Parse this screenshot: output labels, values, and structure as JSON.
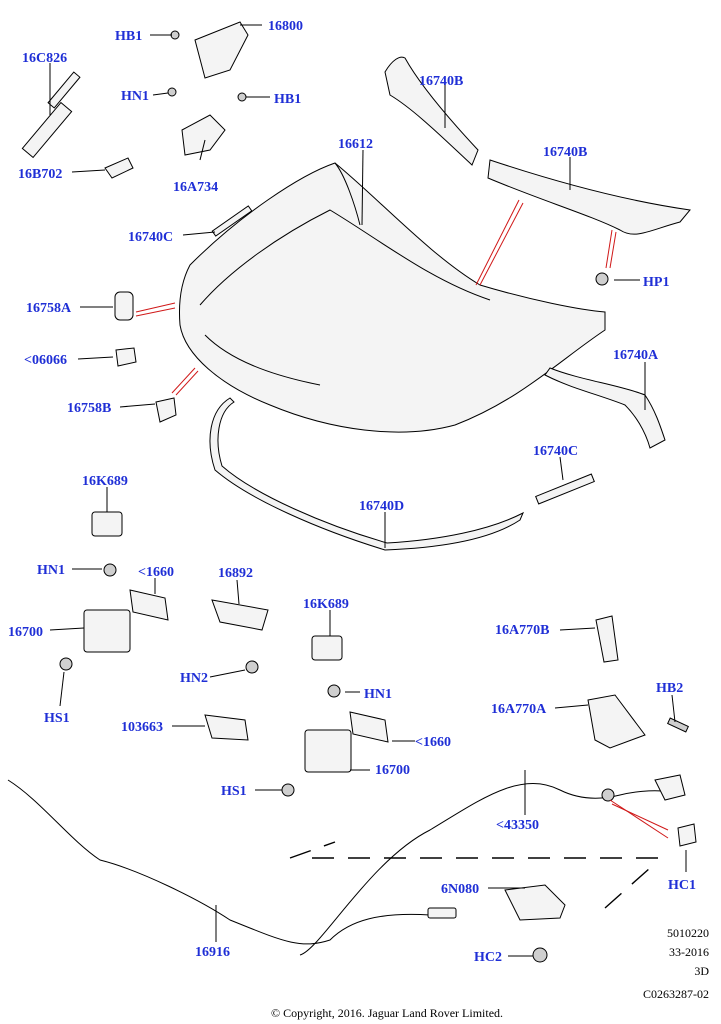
{
  "diagram": {
    "callouts": {
      "c16C826": "16C826",
      "cHB1a": "HB1",
      "c16800": "16800",
      "cHN1a": "HN1",
      "cHB1b": "HB1",
      "c16740Ba": "16740B",
      "c16740Bb": "16740B",
      "c16612": "16612",
      "c16B702": "16B702",
      "c16A734": "16A734",
      "c16740Ca": "16740C",
      "cHP1": "HP1",
      "c16758A": "16758A",
      "c06066": "<06066",
      "c16740A": "16740A",
      "c16758B": "16758B",
      "c16740Cb": "16740C",
      "c16K689a": "16K689",
      "c16740D": "16740D",
      "cHN1b": "HN1",
      "c1660a": "<1660",
      "c16892": "16892",
      "c16700a": "16700",
      "c16K689b": "16K689",
      "c16A770B": "16A770B",
      "cHN2": "HN2",
      "cHN1c": "HN1",
      "cHS1a": "HS1",
      "c16A770A": "16A770A",
      "cHB2": "HB2",
      "c103663": "103663",
      "c1660b": "<1660",
      "c16700b": "16700",
      "cHS1b": "HS1",
      "c43350": "<43350",
      "cHC1": "HC1",
      "c6N080": "6N080",
      "c16916": "16916",
      "cHC2": "HC2"
    },
    "meta": {
      "ref": "5010220",
      "date": "33-2016",
      "view": "3D",
      "drawing_no": "C0263287-02",
      "copyright": "© Copyright, 2016. Jaguar Land Rover Limited."
    }
  }
}
